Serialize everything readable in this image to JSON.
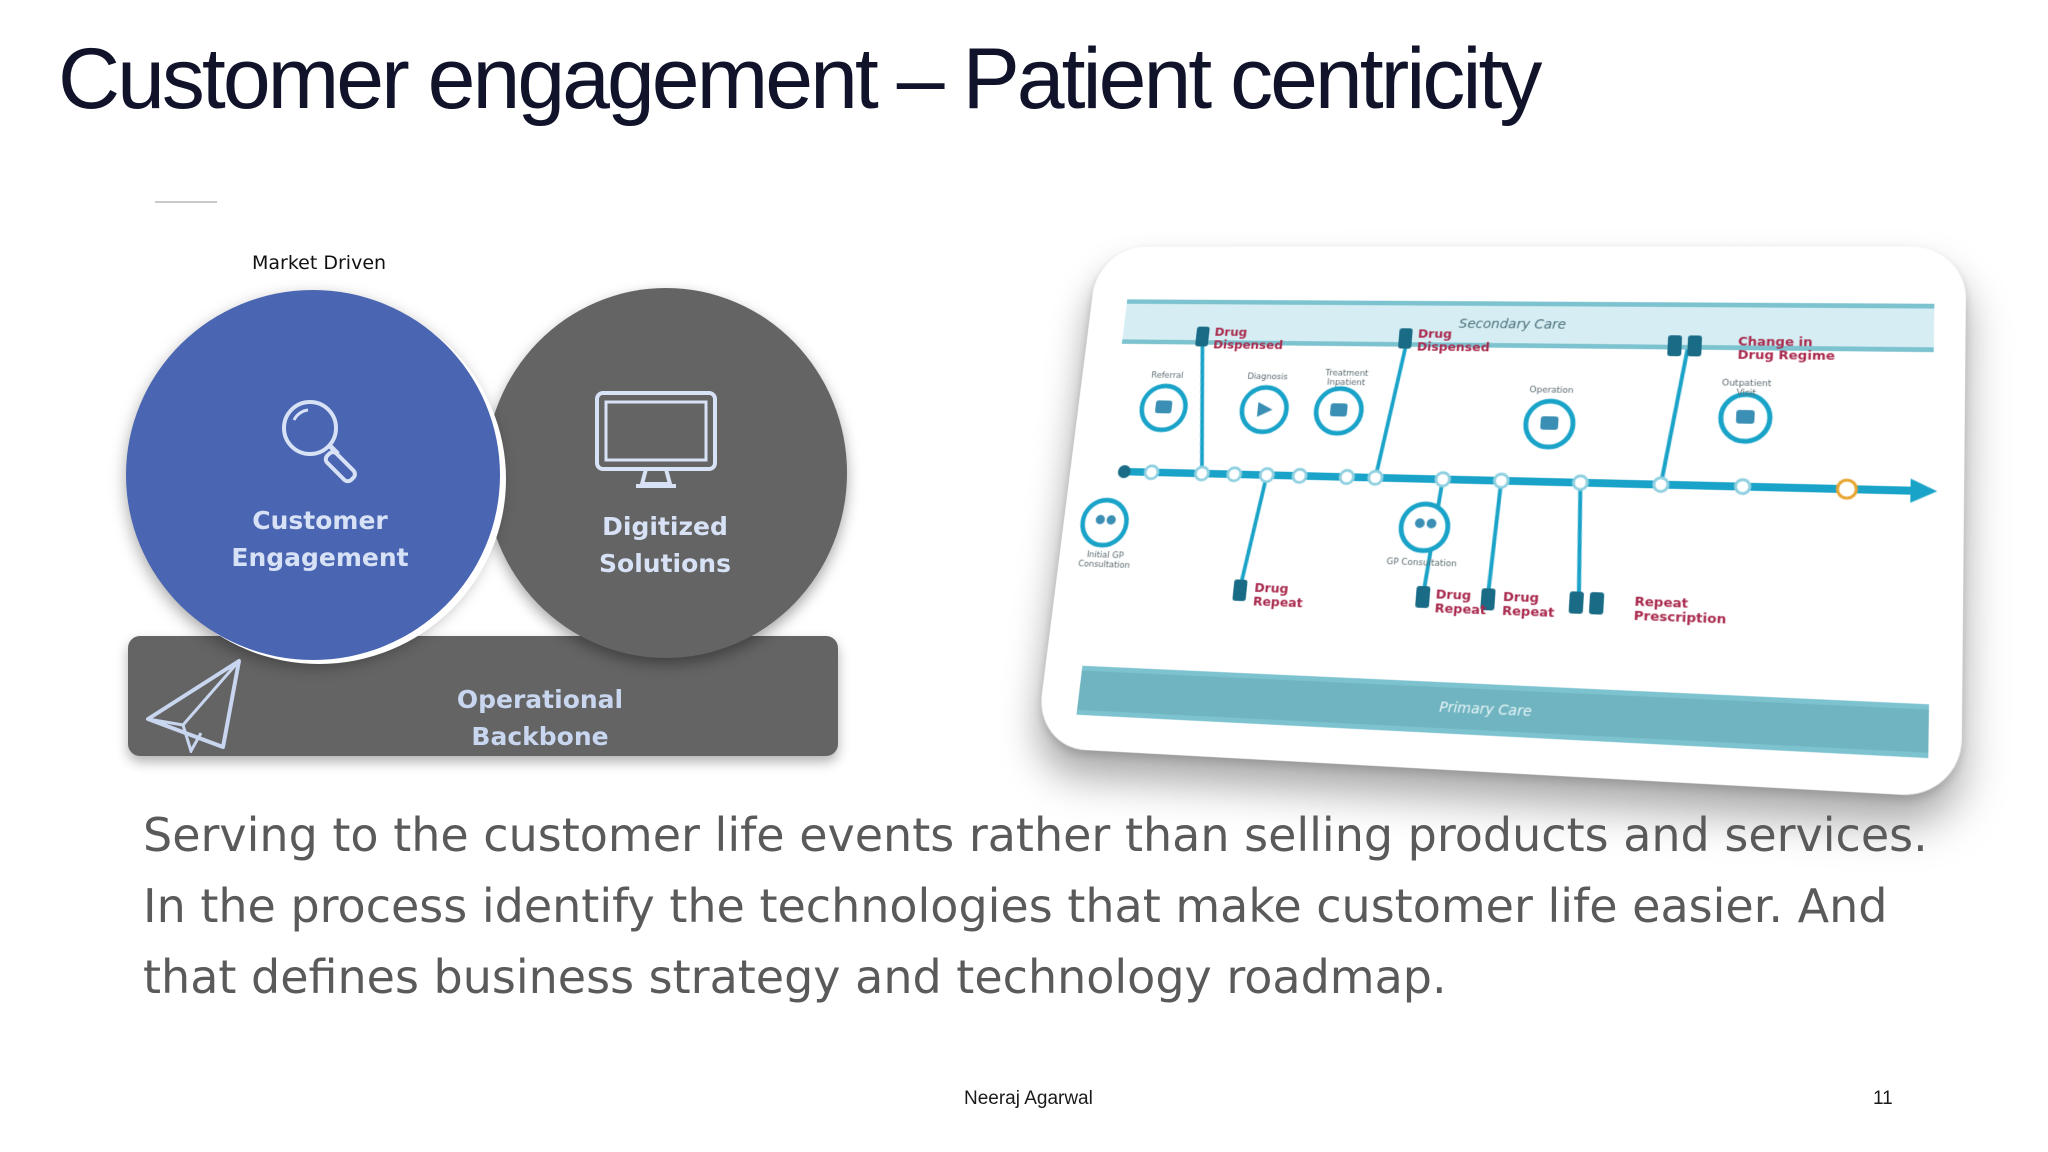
{
  "slide": {
    "title": "Customer engagement – Patient centricity",
    "market_label": "Market Driven",
    "body": "Serving to the customer life events rather than selling products and services. In the process identify the technologies that make customer life easier. And that defines business strategy and technology roadmap.",
    "footer_author": "Neeraj Agarwal",
    "page_number": "11"
  },
  "venn": {
    "customer_engagement": "Customer\nEngagement",
    "digitized_solutions": "Digitized Solutions",
    "operational_backbone": "Operational Backbone",
    "icons": [
      "magnifier-icon",
      "monitor-icon",
      "paper-plane-icon"
    ],
    "colors": {
      "customer_engagement": "#4a65b1",
      "digitized": "#646464",
      "backbone": "#646464",
      "label": "#d8e2f6"
    }
  },
  "journey": {
    "secondary_care": "Secondary Care",
    "primary_care": "Primary Care",
    "drug_dispensed_1": "Drug\nDispensed",
    "drug_dispensed_2": "Drug\nDispensed",
    "change_regime": "Change in\nDrug Regime",
    "drug_repeat_1": "Drug\nRepeat",
    "drug_repeat_2": "Drug\nRepeat",
    "drug_repeat_3": "Drug\nRepeat",
    "repeat_prescription": "Repeat\nPrescription",
    "referral": "Referral",
    "dx": "Diagnosis",
    "treatment": "Treatment\nInpatient",
    "operation": "Operation",
    "outpatient": "Outpatient Visit",
    "initial_gp": "Initial GP Consultation",
    "gp_consult": "GP Consultation",
    "colors": {
      "timeline": "#1aa3c8",
      "drug_text": "#a8284c",
      "band": "#7cc3cf"
    }
  }
}
